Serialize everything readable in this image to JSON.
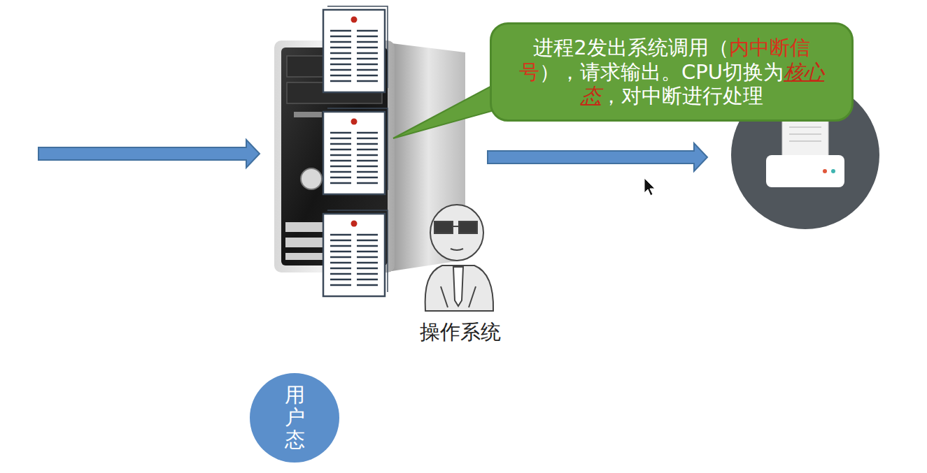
{
  "diagram": {
    "nodes": [
      {
        "text": [
          "进程2发出系统调用（",
          "内中断信号",
          "），请求输出。CPU切换为",
          "核心态",
          "，对中断进行处理"
        ]
      },
      {
        "text": [
          "用户态"
        ]
      }
    ],
    "labels": [
      "操作系统"
    ]
  }
}
